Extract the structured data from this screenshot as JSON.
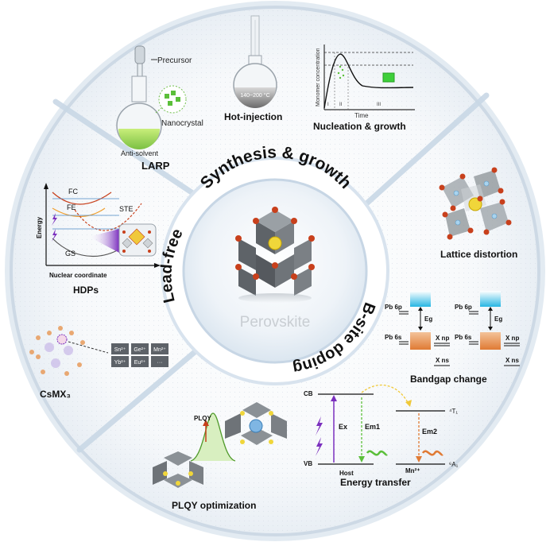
{
  "center": {
    "label": "Perovskite"
  },
  "ring": {
    "synthesis": "Synthesis & growth",
    "bsite": "B-site doping",
    "leadfree": "Lead-free"
  },
  "larp": {
    "title": "LARP",
    "precursor": "Precursor",
    "nanocrystal": "Nanocrystal",
    "antisolvent": "Anti-solvent"
  },
  "hotinjection": {
    "title": "Hot-injection",
    "temperature": "140~200 °C"
  },
  "nucleation": {
    "title": "Nucleation & growth",
    "ylabel": "Monomer concentration",
    "xlabel": "Time",
    "stage1": "I",
    "stage2": "II",
    "stage3": "III"
  },
  "lattice": {
    "title": "Lattice distortion"
  },
  "bandgap": {
    "title": "Bandgap change",
    "left_top": "Pb 6p",
    "left_bottom": "Pb 6s",
    "left_eg": "Eg",
    "left_xnp": "X np",
    "left_xns": "X ns",
    "right_top": "Pb 6p",
    "right_bottom": "Pb 6s",
    "right_eg": "Eg",
    "right_xnp": "X np",
    "right_xns": "X ns"
  },
  "energy": {
    "title": "Energy transfer",
    "cb": "CB",
    "vb": "VB",
    "ex": "Ex",
    "em1": "Em1",
    "em2": "Em2",
    "host": "Host",
    "mn": "Mn²⁺",
    "t1": "⁴T₁",
    "a1": "⁶A₁"
  },
  "plqy": {
    "title": "PLQY optimization",
    "label": "PLQY"
  },
  "cs": {
    "title": "CsMX₃",
    "ions": [
      "Sn²⁺",
      "Ge²⁺",
      "Mn²⁺",
      "Yb²⁺",
      "Eu²⁺",
      "···"
    ]
  },
  "hdps": {
    "title": "HDPs",
    "fc": "FC",
    "fe": "FE",
    "ste": "STE",
    "gs": "GS",
    "ylabel": "Energy",
    "xlabel": "Nuclear coordinate"
  },
  "colors": {
    "ring": "#dfe8f1",
    "accent": "#a8c8e6",
    "lead": "#6e7378",
    "halide": "#c8401c",
    "bsite": "#e9c92a",
    "green": "#5bbf3a",
    "purple": "#7b2fbe"
  }
}
